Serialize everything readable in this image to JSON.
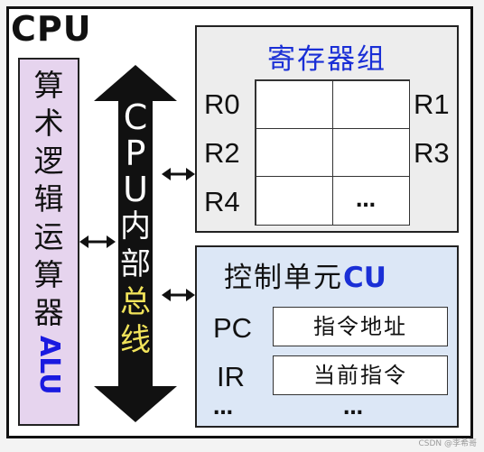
{
  "cpu": {
    "title": "CPU"
  },
  "alu": {
    "chars": [
      "算",
      "术",
      "逻",
      "辑",
      "运",
      "算",
      "器"
    ],
    "abbr": "ALU"
  },
  "bus": {
    "latin": [
      "C",
      "P",
      "U"
    ],
    "chars": [
      "内",
      "部"
    ],
    "highlight_chars": [
      "总",
      "线"
    ],
    "highlight_color": "#f1e35a"
  },
  "registers": {
    "title": "寄存器组",
    "labels": {
      "r0": "R0",
      "r1": "R1",
      "r2": "R2",
      "r3": "R3",
      "r4": "R4"
    },
    "ellipsis": "…"
  },
  "cu": {
    "title": "控制单元",
    "abbr": "CU",
    "pc_label": "PC",
    "pc_value": "指令地址",
    "ir_label": "IR",
    "ir_value": "当前指令",
    "ellipsis_left": "…",
    "ellipsis_right": "…"
  },
  "watermark": "CSDN @李希哥",
  "colors": {
    "title_blue": "#1a2fd6",
    "alu_bg": "#e6d4ee",
    "cu_bg": "#dce7f6",
    "regs_bg": "#ededed",
    "bus_black": "#111111"
  }
}
